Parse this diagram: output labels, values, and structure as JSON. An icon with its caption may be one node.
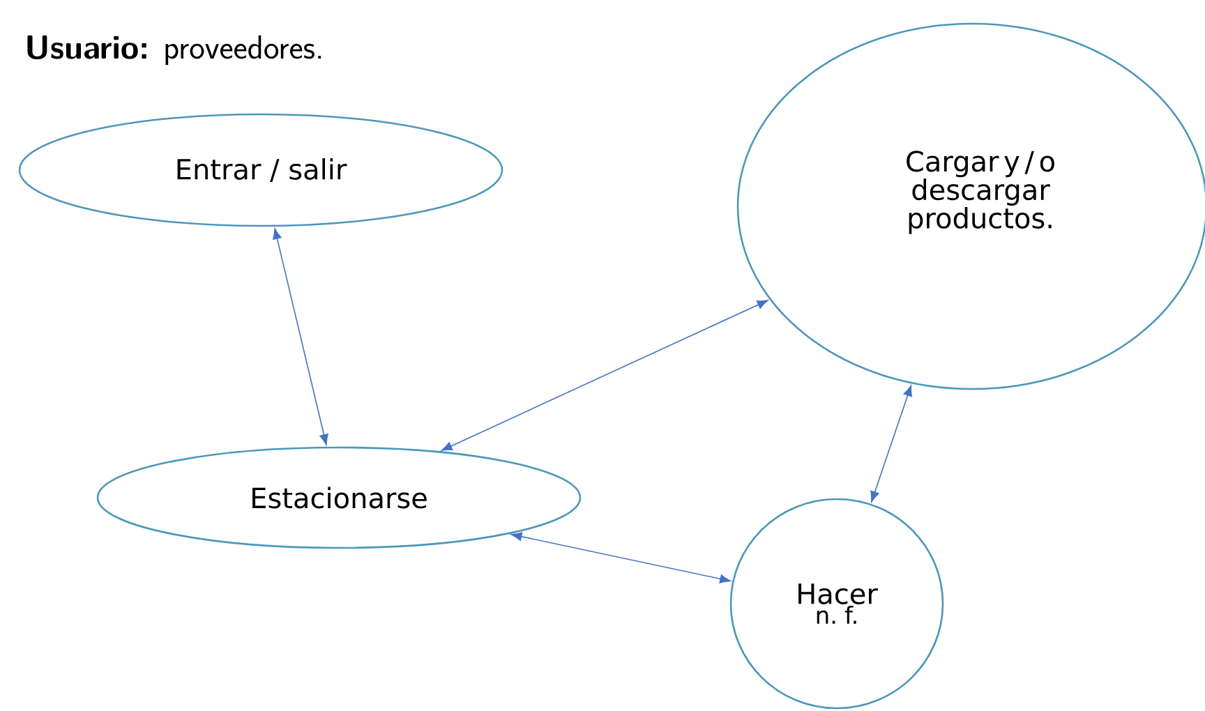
{
  "diagram": {
    "title": "**Usuario:** proveedores.",
    "nodes": [
      {
        "text": [
          "Entrar / salir"
        ]
      },
      {
        "text": [
          "Cargar y / o descargar productos."
        ]
      },
      {
        "text": [
          "Estacionarse"
        ]
      },
      {
        "text": [
          "Hacer",
          "n. f."
        ]
      }
    ],
    "edges": [
      {
        "from": 0,
        "to": 2,
        "arrow": "both"
      },
      {
        "from": 2,
        "to": 1,
        "arrow": "both"
      },
      {
        "from": 1,
        "to": 3,
        "arrow": "both"
      },
      {
        "from": 2,
        "to": 3,
        "arrow": "both"
      }
    ]
  }
}
